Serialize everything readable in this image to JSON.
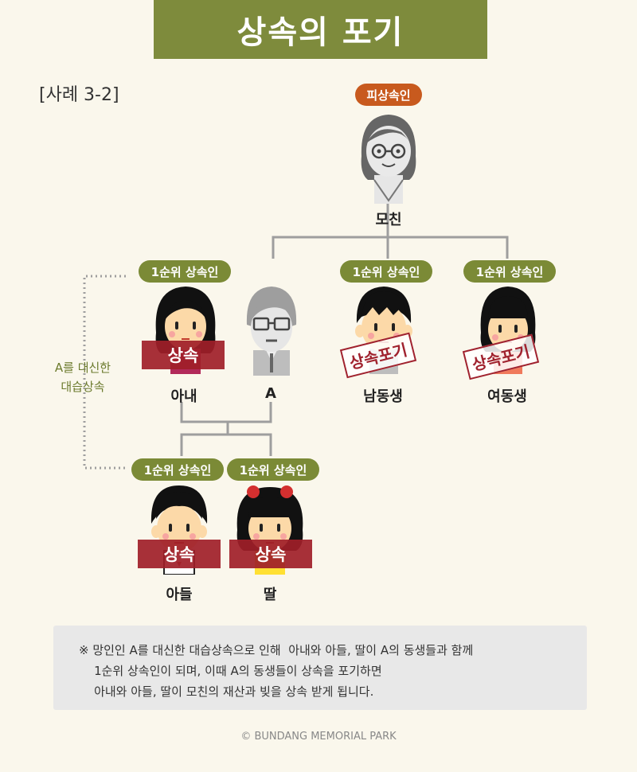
{
  "title": "상속의 포기",
  "case_label": "[사례 3-2]",
  "deceased": {
    "badge": "피상속인",
    "name": "모친"
  },
  "first_rank_label": "1순위 상속인",
  "members": {
    "wife": {
      "name": "아내",
      "status": "상속"
    },
    "a": {
      "name": "A"
    },
    "brother": {
      "name": "남동생",
      "status": "상속포기"
    },
    "sister": {
      "name": "여동생",
      "status": "상속포기"
    },
    "son": {
      "name": "아들",
      "status": "상속"
    },
    "daughter": {
      "name": "딸",
      "status": "상속"
    }
  },
  "side_label": {
    "line1": "A를 대신한",
    "line2": "대습상속"
  },
  "note": {
    "line1": "※ 망인인 A를 대신한 대습상속으로 인해  아내와 아들, 딸이 A의 동생들과 함께",
    "line2": "    1순위 상속인이 되며, 이때 A의 동생들이 상속을 포기하면",
    "line3": "    아내와 아들, 딸이 모친의 재산과 빚을 상속 받게 됩니다."
  },
  "copyright": "© BUNDANG MEMORIAL PARK",
  "colors": {
    "title_bg": "#7e8b3c",
    "pill_green": "#7b8a36",
    "pill_orange": "#c85a1e",
    "banner_red": "#a01e28",
    "line_gray": "#9e9e9e"
  }
}
